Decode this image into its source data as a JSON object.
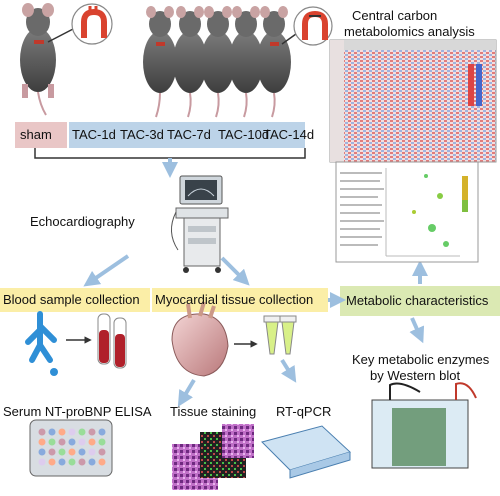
{
  "groups": {
    "sham": "sham",
    "tac1": "TAC-1d",
    "tac3": "TAC-3d",
    "tac7": "TAC-7d",
    "tac10": "TAC-10d",
    "tac14": "TAC-14d"
  },
  "steps": {
    "echo": "Echocardiography",
    "blood": "Blood sample collection",
    "myocardial": "Myocardial tissue collection",
    "metabolic": "Metabolic characteristics",
    "central_line1": "Central carbon",
    "central_line2": "metabolomics analysis",
    "western_line1": "Key metabolic enzymes",
    "western_line2": "by Western blot",
    "elisa": "Serum NT-proBNP ELISA",
    "staining": "Tissue staining",
    "qpcr": "RT-qPCR"
  },
  "colors": {
    "sham_band": "#e9c6c6",
    "tac_band": "#bcd3e8",
    "highlight_yellow": "#fbeea7",
    "highlight_green": "#dbe9b3",
    "arrow_blue": "#9dbfdf",
    "blood_red": "#b0202a"
  }
}
